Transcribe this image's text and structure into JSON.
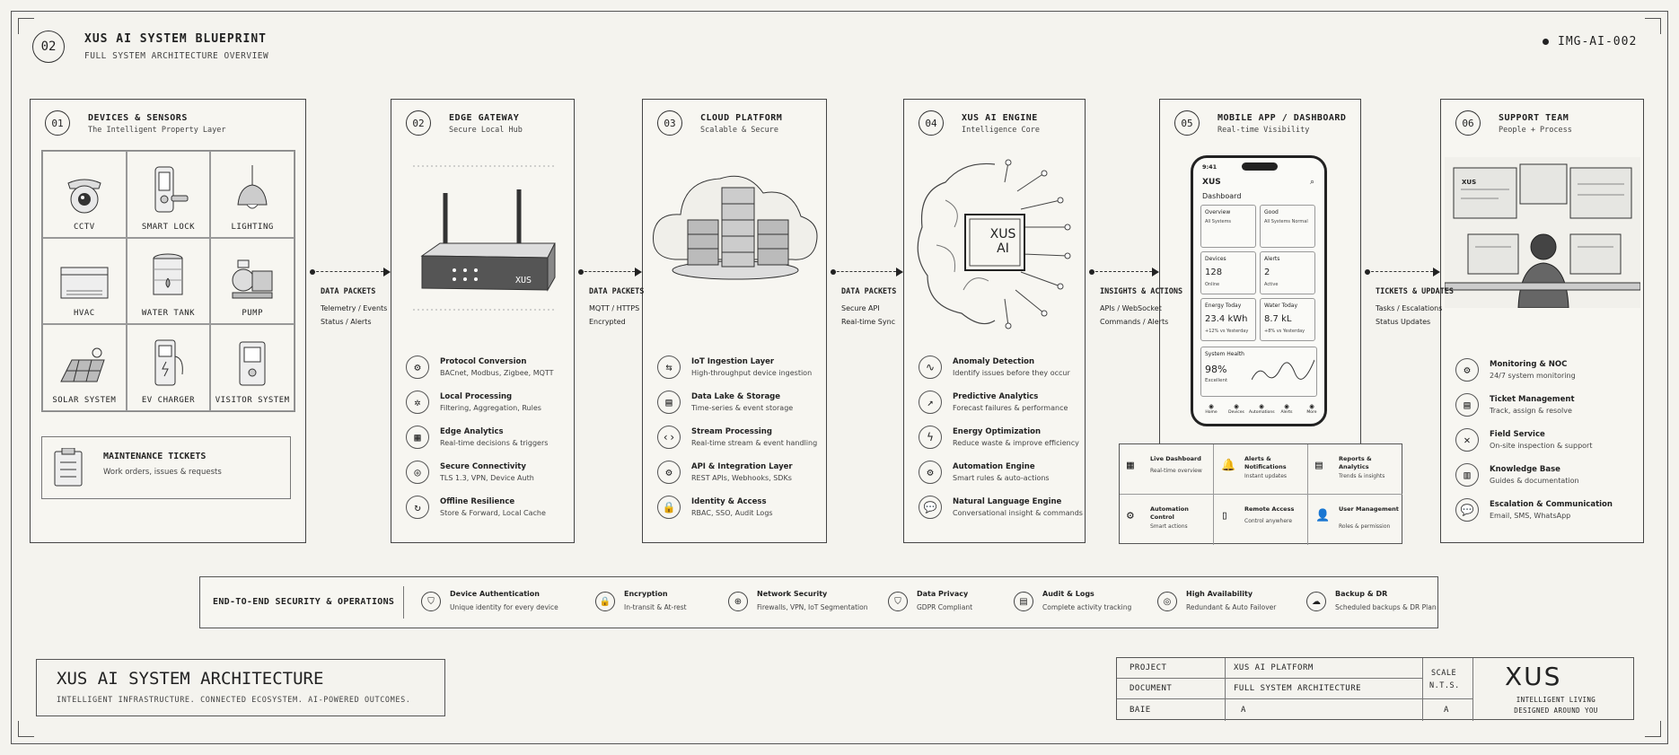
{
  "header": {
    "num": "02",
    "title": "XUS AI SYSTEM BLUEPRINT",
    "subtitle": "FULL SYSTEM ARCHITECTURE OVERVIEW",
    "id": "IMG-AI-002"
  },
  "panels": [
    {
      "num": "01",
      "title": "DEVICES & SENSORS",
      "subtitle": "The Intelligent Property Layer"
    },
    {
      "num": "02",
      "title": "EDGE GATEWAY",
      "subtitle": "Secure Local Hub"
    },
    {
      "num": "03",
      "title": "CLOUD PLATFORM",
      "subtitle": "Scalable & Secure"
    },
    {
      "num": "04",
      "title": "XUS AI ENGINE",
      "subtitle": "Intelligence Core"
    },
    {
      "num": "05",
      "title": "MOBILE APP / DASHBOARD",
      "subtitle": "Real-time Visibility"
    },
    {
      "num": "06",
      "title": "SUPPORT TEAM",
      "subtitle": "People + Process"
    }
  ],
  "devices": [
    "CCTV",
    "SMART LOCK",
    "LIGHTING",
    "HVAC",
    "WATER TANK",
    "PUMP",
    "SOLAR SYSTEM",
    "EV CHARGER",
    "VISITOR SYSTEM"
  ],
  "maintenance": {
    "title": "MAINTENANCE TICKETS",
    "desc": "Work orders, issues & requests"
  },
  "gateway_label": "XUS",
  "gateway_features": [
    {
      "t": "Protocol Conversion",
      "d": "BACnet, Modbus, Zigbee, MQTT"
    },
    {
      "t": "Local Processing",
      "d": "Filtering, Aggregation, Rules"
    },
    {
      "t": "Edge Analytics",
      "d": "Real-time decisions & triggers"
    },
    {
      "t": "Secure Connectivity",
      "d": "TLS 1.3, VPN, Device Auth"
    },
    {
      "t": "Offline Resilience",
      "d": "Store & Forward, Local Cache"
    }
  ],
  "cloud_features": [
    {
      "t": "IoT Ingestion Layer",
      "d": "High-throughput device ingestion"
    },
    {
      "t": "Data Lake & Storage",
      "d": "Time-series & event storage"
    },
    {
      "t": "Stream Processing",
      "d": "Real-time stream & event handling"
    },
    {
      "t": "API & Integration Layer",
      "d": "REST APIs, Webhooks, SDKs"
    },
    {
      "t": "Identity & Access",
      "d": "RBAC, SSO, Audit Logs"
    }
  ],
  "ai_chip": {
    "line1": "XUS",
    "line2": "AI"
  },
  "ai_features": [
    {
      "t": "Anomaly Detection",
      "d": "Identify issues before they occur"
    },
    {
      "t": "Predictive Analytics",
      "d": "Forecast failures & performance"
    },
    {
      "t": "Energy Optimization",
      "d": "Reduce waste & improve efficiency"
    },
    {
      "t": "Automation Engine",
      "d": "Smart rules & auto-actions"
    },
    {
      "t": "Natural Language Engine",
      "d": "Conversational insight & commands"
    }
  ],
  "phone": {
    "time": "9:41",
    "brand": "XUS",
    "heading": "Dashboard",
    "cards": [
      {
        "t": "Overview",
        "v": "",
        "s": "All Systems"
      },
      {
        "t": "Good",
        "v": "",
        "s": "All Systems Normal"
      },
      {
        "t": "Devices",
        "v": "128",
        "s": "Online"
      },
      {
        "t": "Alerts",
        "v": "2",
        "s": "Active"
      },
      {
        "t": "Energy Today",
        "v": "23.4 kWh",
        "s": "+12% vs Yesterday"
      },
      {
        "t": "Water Today",
        "v": "8.7 kL",
        "s": "+8% vs Yesterday"
      }
    ],
    "health": {
      "t": "System Health",
      "v": "98%",
      "s": "Excellent"
    },
    "nav": [
      "Home",
      "Devices",
      "Automations",
      "Alerts",
      "More"
    ]
  },
  "app_features": [
    {
      "t": "Live Dashboard",
      "d": "Real-time overview"
    },
    {
      "t": "Alerts & Notifications",
      "d": "Instant updates"
    },
    {
      "t": "Reports & Analytics",
      "d": "Trends & insights"
    },
    {
      "t": "Automation Control",
      "d": "Smart actions"
    },
    {
      "t": "Remote Access",
      "d": "Control anywhere"
    },
    {
      "t": "User Management",
      "d": "Roles & permission"
    }
  ],
  "screen_brand": "XUS",
  "support_features": [
    {
      "t": "Monitoring & NOC",
      "d": "24/7 system monitoring"
    },
    {
      "t": "Ticket Management",
      "d": "Track, assign & resolve"
    },
    {
      "t": "Field Service",
      "d": "On-site inspection & support"
    },
    {
      "t": "Knowledge Base",
      "d": "Guides & documentation"
    },
    {
      "t": "Escalation & Communication",
      "d": "Email, SMS, WhatsApp"
    }
  ],
  "arrows": [
    {
      "t": "DATA PACKETS",
      "l1": "Telemetry / Events",
      "l2": "Status / Alerts"
    },
    {
      "t": "DATA PACKETS",
      "l1": "MQTT / HTTPS",
      "l2": "Encrypted"
    },
    {
      "t": "DATA PACKETS",
      "l1": "Secure API",
      "l2": "Real-time Sync"
    },
    {
      "t": "INSIGHTS & ACTIONS",
      "l1": "APIs / WebSocket",
      "l2": "Commands / Alerts"
    },
    {
      "t": "TICKETS & UPDATES",
      "l1": "Tasks / Escalations",
      "l2": "Status Updates"
    }
  ],
  "security": {
    "title": "END-TO-END SECURITY & OPERATIONS",
    "items": [
      {
        "t": "Device Authentication",
        "d": "Unique identity for every device"
      },
      {
        "t": "Encryption",
        "d": "In-transit & At-rest"
      },
      {
        "t": "Network Security",
        "d": "Firewalls, VPN, IoT Segmentation"
      },
      {
        "t": "Data Privacy",
        "d": "GDPR Compliant"
      },
      {
        "t": "Audit & Logs",
        "d": "Complete activity tracking"
      },
      {
        "t": "High Availability",
        "d": "Redundant & Auto Failover"
      },
      {
        "t": "Backup & DR",
        "d": "Scheduled backups & DR Plan"
      }
    ]
  },
  "footer": {
    "title": "XUS AI SYSTEM ARCHITECTURE",
    "tagline": "INTELLIGENT INFRASTRUCTURE. CONNECTED ECOSYSTEM. AI-POWERED OUTCOMES."
  },
  "titleblock": {
    "rows": [
      {
        "k": "PROJECT",
        "v": "XUS AI PLATFORM"
      },
      {
        "k": "DOCUMENT",
        "v": "FULL SYSTEM ARCHITECTURE"
      },
      {
        "k": "BAIE",
        "v": "A"
      }
    ],
    "scale_label": "SCALE",
    "scale_value": "N.T.S.",
    "rev": "A",
    "logo": "XUS",
    "logo_sub1": "INTELLIGENT LIVING",
    "logo_sub2": "DESIGNED AROUND YOU"
  },
  "colors": {
    "ink": "#222222",
    "paper": "#f4f3ee",
    "panel": "#f7f6f1"
  }
}
